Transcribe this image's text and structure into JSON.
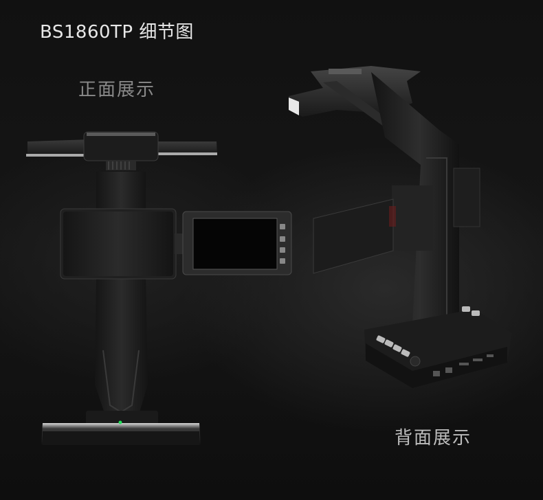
{
  "heading": {
    "title": "BS1860TP 细节图",
    "front_label": "正面展示",
    "back_label": "背面展示"
  },
  "colors": {
    "background": "#111111",
    "device_body": "#1e1e1e",
    "indicator_led": "#22e05a"
  }
}
